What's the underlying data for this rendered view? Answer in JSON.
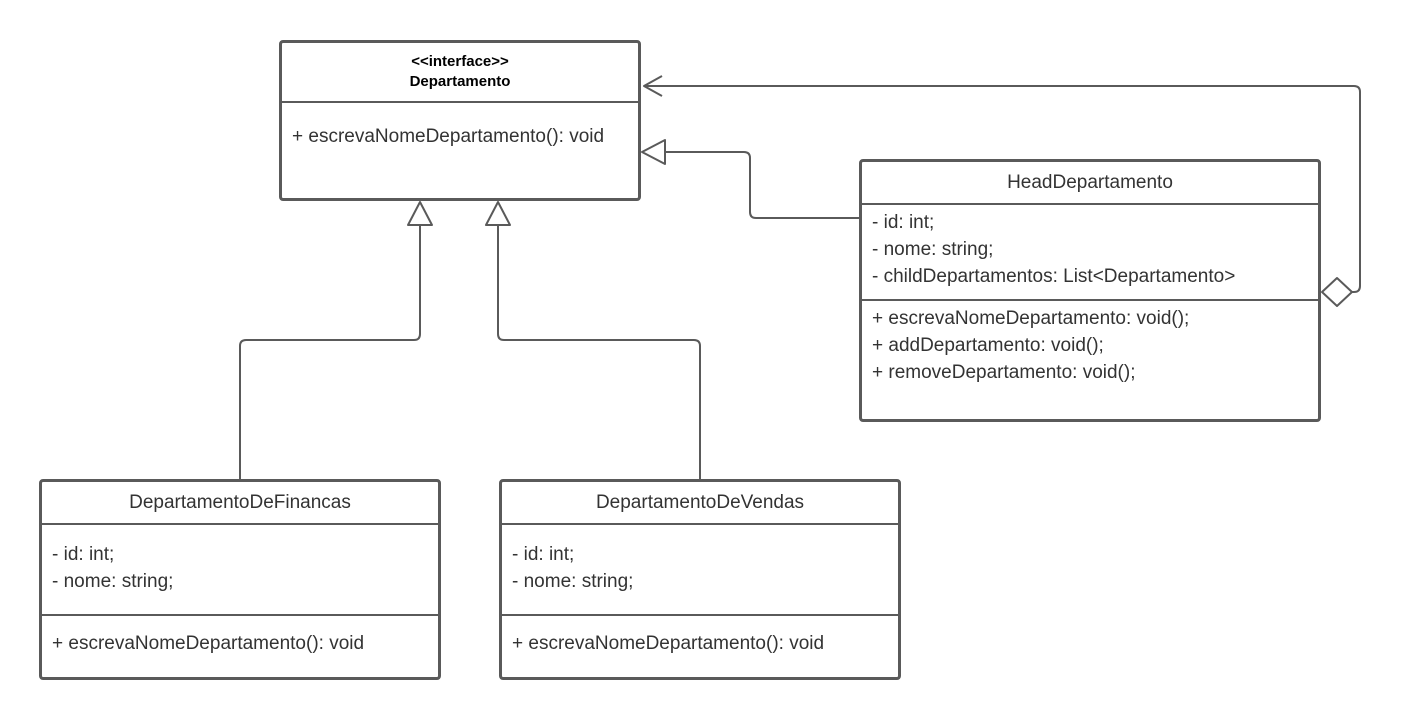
{
  "diagram": {
    "colors": {
      "stroke": "#5a5a5a",
      "text": "#333333",
      "background": "#ffffff"
    },
    "classes": {
      "departamento": {
        "stereotype": "<<interface>>",
        "name": "Departamento",
        "attributes": [],
        "operations_text": "+ escrevaNomeDepartamento(): void"
      },
      "head": {
        "name": "HeadDepartamento",
        "attributes": [
          "- id: int;",
          "- nome: string;",
          "- childDepartamentos: List<Departamento>"
        ],
        "operations": [
          "+ escrevaNomeDepartamento: void();",
          "+ addDepartamento: void();",
          "+ removeDepartamento: void();"
        ]
      },
      "financas": {
        "name": "DepartamentoDeFinancas",
        "attributes": [
          "- id: int;",
          "- nome: string;"
        ],
        "operations": [
          "+ escrevaNomeDepartamento(): void"
        ]
      },
      "vendas": {
        "name": "DepartamentoDeVendas",
        "attributes": [
          "- id: int;",
          "- nome: string;"
        ],
        "operations": [
          "+ escrevaNomeDepartamento(): void"
        ]
      }
    },
    "relationships": [
      {
        "type": "realization",
        "from": "financas",
        "to": "departamento"
      },
      {
        "type": "realization",
        "from": "vendas",
        "to": "departamento"
      },
      {
        "type": "realization",
        "from": "head",
        "to": "departamento"
      },
      {
        "type": "aggregation",
        "from": "head",
        "to": "departamento"
      }
    ]
  }
}
